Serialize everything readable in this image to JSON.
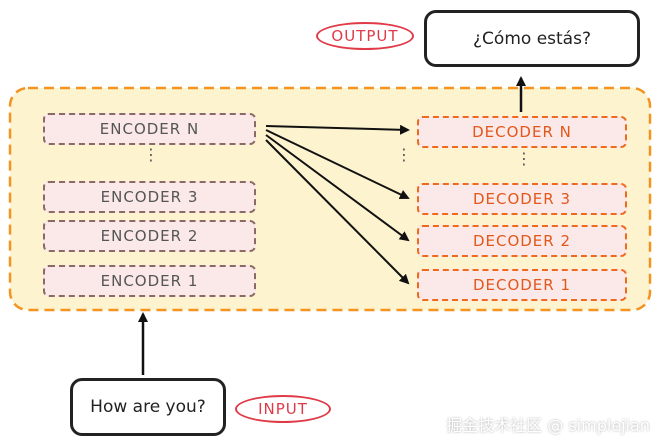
{
  "encoders": [
    {
      "label": "ENCODER N"
    },
    {
      "label": "ENCODER 3"
    },
    {
      "label": "ENCODER 2"
    },
    {
      "label": "ENCODER 1"
    }
  ],
  "decoders": [
    {
      "label": "DECODER N"
    },
    {
      "label": "DECODER 3"
    },
    {
      "label": "DECODER 2"
    },
    {
      "label": "DECODER 1"
    }
  ],
  "input": {
    "text": "How are you?",
    "tag": "INPUT"
  },
  "output": {
    "text": "¿Cómo estás?",
    "tag": "OUTPUT"
  },
  "ellipsis": "⋮",
  "watermark": "掘金技术社区 @ simplejian",
  "colors": {
    "container_fill": "#fdf4cf",
    "container_border": "#f39321",
    "encoder_border": "#8c6a64",
    "decoder_border": "#ee6a1f",
    "tag": "#e03a47"
  }
}
